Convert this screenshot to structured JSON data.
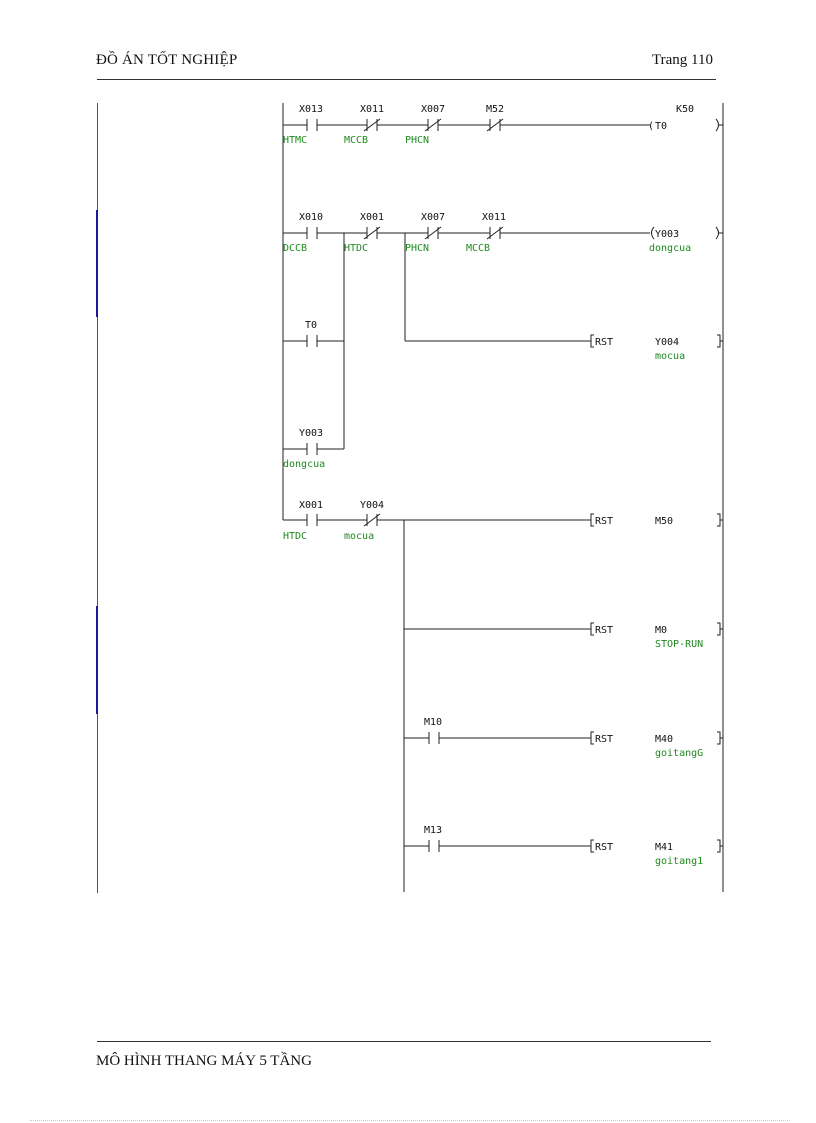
{
  "header": {
    "title": "ĐỒ ÁN TỐT NGHIỆP",
    "page": "Trang 110"
  },
  "footer": {
    "title": "MÔ HÌNH THANG MÁY 5 TẦNG"
  },
  "ladder": {
    "rung1": {
      "contacts": [
        {
          "device": "X013",
          "comment": "HTMC",
          "type": "NO"
        },
        {
          "device": "X011",
          "comment": "MCCB",
          "type": "NC"
        },
        {
          "device": "X007",
          "comment": "PHCN",
          "type": "NC"
        },
        {
          "device": "M52",
          "comment": "",
          "type": "NC"
        }
      ],
      "coil": {
        "device": "T0",
        "setting": "K50",
        "bracket": "("
      }
    },
    "rung2": {
      "contacts": [
        {
          "device": "X010",
          "comment": "DCCB",
          "type": "NO"
        },
        {
          "device": "X001",
          "comment": "HTDC",
          "type": "NC"
        },
        {
          "device": "X007",
          "comment": "PHCN",
          "type": "NC"
        },
        {
          "device": "X011",
          "comment": "MCCB",
          "type": "NC"
        }
      ],
      "coil": {
        "device": "Y003",
        "comment": "dongcua"
      },
      "branch_t0": {
        "device": "T0",
        "comment": ""
      },
      "branch_y003": {
        "device": "Y003",
        "comment": "dongcua"
      },
      "rst": {
        "instr": "RST",
        "device": "Y004",
        "comment": "mocua"
      }
    },
    "rung3": {
      "contacts": [
        {
          "device": "X001",
          "comment": "HTDC",
          "type": "NO"
        },
        {
          "device": "Y004",
          "comment": "mocua",
          "type": "NC"
        }
      ],
      "outputs": [
        {
          "instr": "RST",
          "device": "M50",
          "comment": ""
        },
        {
          "instr": "RST",
          "device": "M0",
          "comment": "STOP-RUN"
        },
        {
          "instr": "RST",
          "device": "M40",
          "comment": "goitangG",
          "contact": "M10"
        },
        {
          "instr": "RST",
          "device": "M41",
          "comment": "goitang1",
          "contact": "M13"
        }
      ]
    }
  }
}
